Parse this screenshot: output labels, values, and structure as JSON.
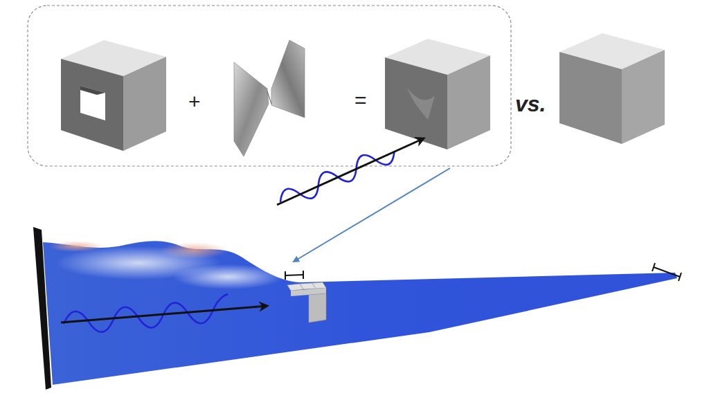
{
  "diagram": {
    "labels": [
      "+",
      "=",
      "vs."
    ]
  }
}
